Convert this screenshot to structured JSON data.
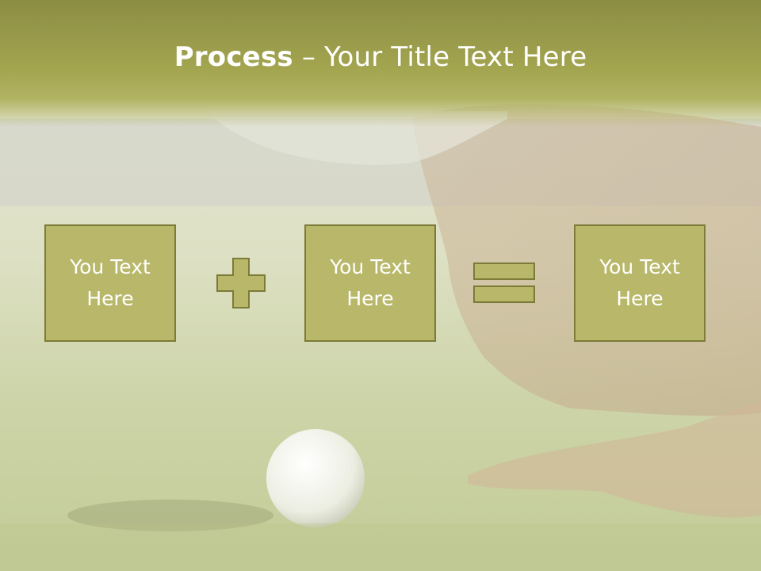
{
  "slide": {
    "title_bold": "Process",
    "title_rest": " – Your Title Text Here",
    "boxes": [
      {
        "text": "You Text Here"
      },
      {
        "text": "You Text Here"
      },
      {
        "text": "You Text Here"
      }
    ],
    "operators": [
      "plus-icon",
      "equals-icon"
    ],
    "colors": {
      "header": "#9a9b48",
      "box_fill": "#b8b76a",
      "box_border": "#7c7b38",
      "title_text": "#ffffff"
    },
    "background": "golfer-blowing-golf-ball-photo"
  }
}
